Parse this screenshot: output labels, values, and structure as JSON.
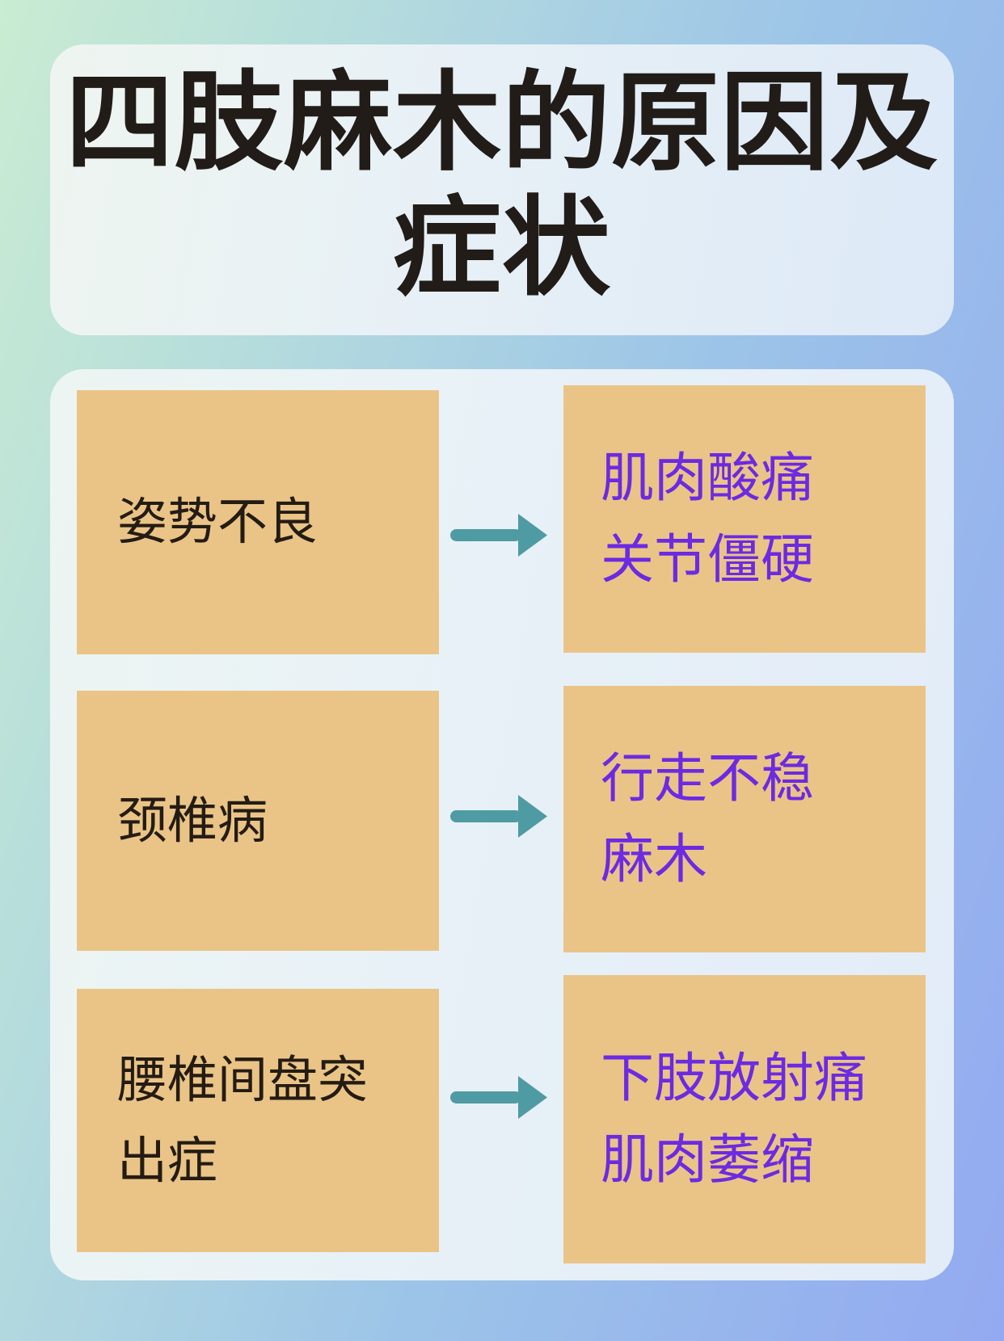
{
  "title": {
    "line1": "四肢麻木的原因及",
    "line2": "症状",
    "full": "四肢麻木的原因及症状"
  },
  "rows": [
    {
      "cause": "姿势不良",
      "symptom_line1": "肌肉酸痛",
      "symptom_line2": "关节僵硬"
    },
    {
      "cause": "颈椎病",
      "symptom_line1": "行走不稳",
      "symptom_line2": "麻木"
    },
    {
      "cause": "腰椎间盘突出症",
      "symptom_line1": "下肢放射痛",
      "symptom_line2": "肌肉萎缩"
    }
  ],
  "icons": [
    {
      "name": "arrow-right-icon",
      "meaning": "cause leads to symptom",
      "count": 3
    }
  ],
  "colors": {
    "background_left": "#c9ecd2",
    "background_right": "#93a9f1",
    "title_card": "#e7f0f6",
    "content_card": "#e8f1f7",
    "box": "#eac487",
    "title_text": "#211c18",
    "cause_text": "#241c13",
    "symptom_text": "#6c2ae2",
    "arrow": "#4f9ba3"
  }
}
